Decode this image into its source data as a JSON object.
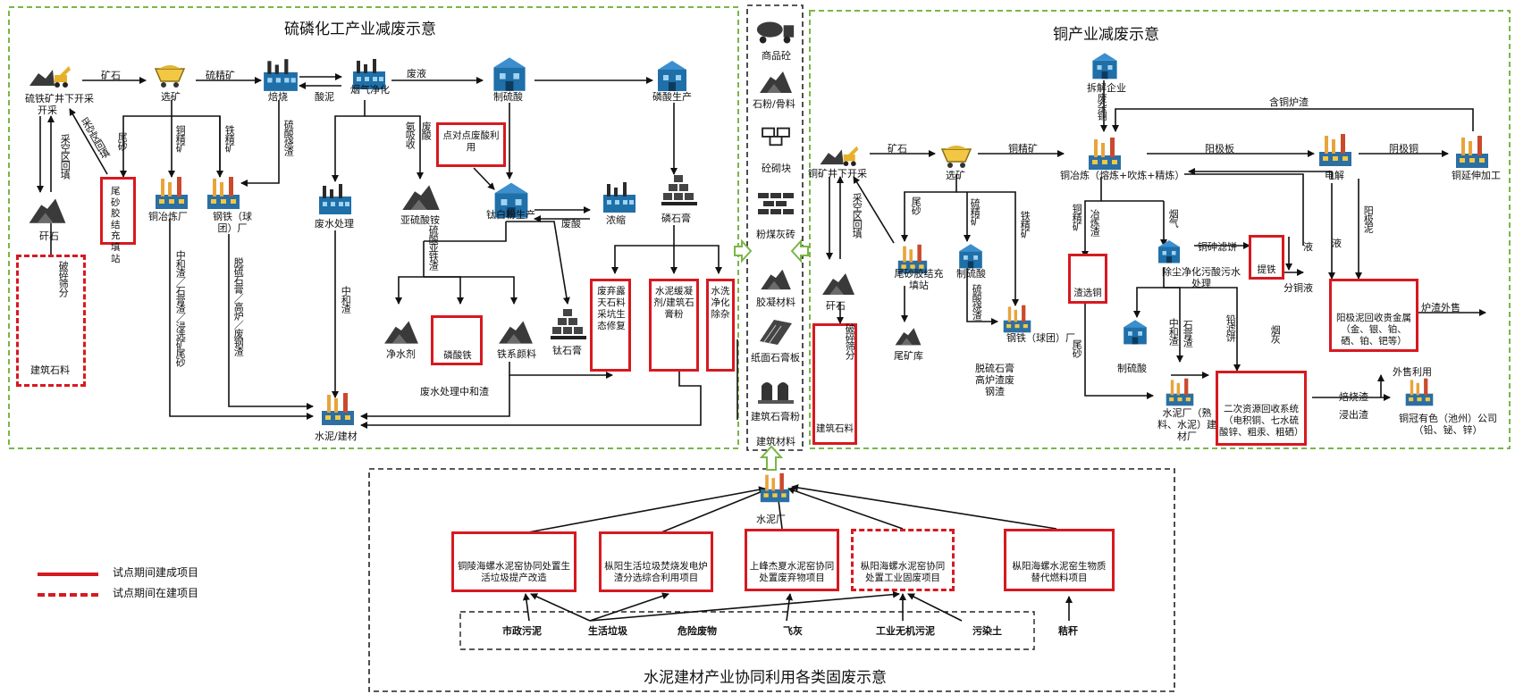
{
  "left_section": {
    "title": "硫磷化工产业减废示意",
    "nodes": {
      "mine": "硫铁矿井下开采",
      "mine2": "开采",
      "ore_label": "矿石",
      "concentrate": "选矿",
      "sulfur_conc": "硫精矿",
      "roast": "焙烧",
      "acid_mud": "酸泥",
      "gas_clean": "烟气净化",
      "sulfuric_acid": "制硫酸",
      "phos_acid": "磷酸生产",
      "waste_acid": "废液",
      "waste_rock": "矸石",
      "tailing_station": "尾砂胶结充填站",
      "copper_smelter": "铜冶炼厂",
      "iron_plant": "钢铁（球团）厂",
      "wastewater": "废水处理",
      "ammonium": "亚硫酸铵",
      "titanium": "钛白粉生产",
      "concentrate2": "浓缩",
      "phosphogypsum": "磷石膏",
      "water_purifier": "净水剂",
      "ferrous": "磷酸铁",
      "iron_red": "铁系颜料",
      "ti_gypsum": "钛石膏",
      "cement": "水泥/建材",
      "building_stone": "建筑石料",
      "wastewater_slag": "废水处理中和渣",
      "tailing_v": "尾砂",
      "backfill_v": "采空区回填",
      "backfill_v2": "采空区回填",
      "cu_conc_v": "铜精矿",
      "fe_conc_v": "铁精矿",
      "acid_slag_v": "硫酸烧渣",
      "ammonia_v": "氨吸收",
      "waste_acid_v": "废酸",
      "fe_sulfite_v": "硫酸亚铁渣",
      "neutral_v": "中和渣",
      "neutral_list_v": "中和渣／石膏渣／浸选矿尾砂",
      "desulf_v": "脱硫石膏／高炉／废钢渣",
      "crush_v": "破碎筛分",
      "waste_acid2": "废酸"
    },
    "boxes": {
      "point_reuse": "点对点废酸利用",
      "ferrous_box": "磷酸铁",
      "tailing_box": "尾砂胶结充填站",
      "quarry_box": "废弃露天石料采坑生态修复",
      "cement_box": "水泥缓凝剂/建筑石膏粉",
      "water_box": "水洗净化除杂"
    }
  },
  "middle_column": {
    "items": [
      "商品砼",
      "石粉/骨料",
      "砼砌块",
      "粉煤灰砖",
      "胶凝材料",
      "纸面石膏板",
      "建筑石膏粉",
      "建筑材料"
    ]
  },
  "right_section": {
    "title": "铜产业减废示意",
    "nodes": {
      "dismantle": "拆解企业",
      "scrap_v": "废杂铜",
      "mine": "铜矿井下开采",
      "ore_label": "矿石",
      "concentrate": "选矿",
      "cu_conc": "铜精矿",
      "smelt": "铜冶炼（熔炼+吹炼+精炼）",
      "anode": "阳极板",
      "electrolysis": "电解",
      "cathode": "阴极铜",
      "rolling": "铜延伸加工",
      "cu_slag_return": "含铜炉渣",
      "waste_rock": "矸石",
      "tailing_station": "尾砂胶结充填站",
      "tailing_pond": "尾矿库",
      "sulfuric": "制硫酸",
      "iron_plant": "钢铁（球团）厂",
      "dust": "除尘净化污酸污水处理",
      "cu_filter": "铜砷滤饼",
      "sulf2": "制硫酸",
      "cement_plant": "水泥厂（熟料、水泥）建材厂",
      "desulf": "脱硫石膏高炉渣废钢渣",
      "fusion_out": "炉渣外售",
      "outsale": "外售利用",
      "ashslag": "焙烧渣",
      "leach": "浸出渣",
      "company": "铜冠有色（池州）公司（铅、铋、锌）",
      "liquid": "液",
      "liquid2": "液",
      "cu_split": "分铜液",
      "tailing_v": "尾砂",
      "backfill_v": "采空区回填",
      "backfill_v2": "采空区回填",
      "sulf_conc_v": "硫精矿",
      "fe_conc_v": "铁精矿",
      "acid_slag_v": "硫酸烧渣",
      "cu_smelt_v": "铜精矿",
      "slag_v": "冶炼渣",
      "smoke_v": "烟气",
      "anode_mud_v": "阳极泥",
      "tail2_v": "尾砂",
      "neutral_v": "中和渣",
      "gypsum_v": "石膏渣",
      "lead_cake_v": "铅滤饼",
      "smoke_ash_v": "烟灰",
      "crush_v": "破碎筛分"
    },
    "boxes": {
      "slag_sel": "渣选铜",
      "iron_rm": "提铁",
      "anode_mud": "阳极泥回收贵金属（金、银、铂、硒、铂、钯等）",
      "secondary": "二次资源回收系统（电积铜、七水硫酸锌、粗汞、粗硒）",
      "building_stone": "建筑石料"
    }
  },
  "bottom_section": {
    "title": "水泥建材产业协同利用各类固废示意",
    "cement_plant": "水泥厂",
    "projects": [
      "铜陵海螺水泥窑协同处置生活垃圾提产改造",
      "枞阳生活垃圾焚烧发电炉渣分选综合利用项目",
      "上峰杰夏水泥窑协同处置废弃物项目",
      "枞阳海螺水泥窑协同处置工业固废项目",
      "枞阳海螺水泥窑生物质替代燃料项目"
    ],
    "wastes": [
      "市政污泥",
      "生活垃圾",
      "危险废物",
      "飞灰",
      "工业无机污泥",
      "污染土",
      "秸秆"
    ]
  },
  "legend": {
    "built": "试点期间建成项目",
    "building": "试点期间在建项目"
  },
  "colors": {
    "red": "#d71920",
    "green_dash": "#7ab648",
    "icon_blue": "#1f6fa8",
    "icon_dark": "#2b2b2b"
  }
}
